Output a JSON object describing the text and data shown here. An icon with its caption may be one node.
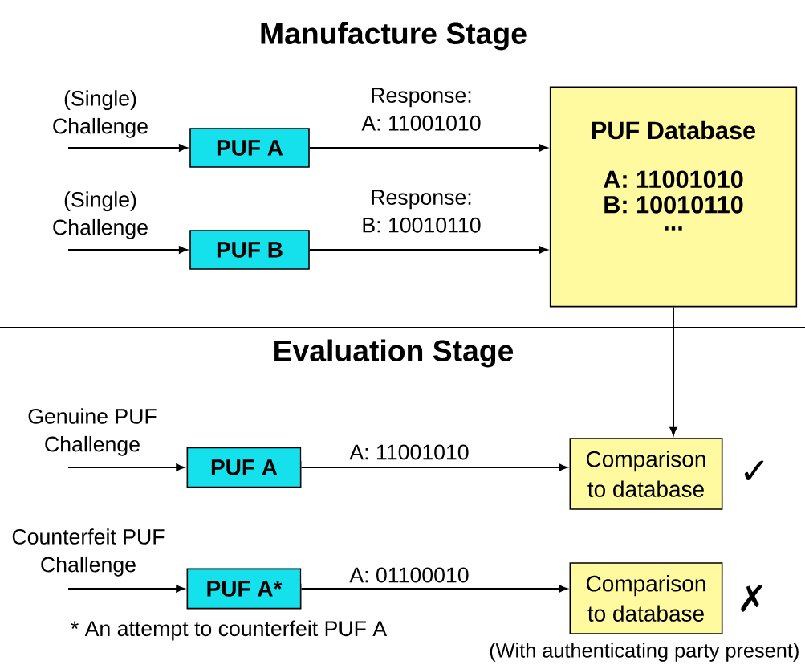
{
  "diagram": {
    "title": "Manufacture Stage",
    "nodes": [
      {
        "text": [
          "PUF A"
        ]
      },
      {
        "text": [
          "PUF B"
        ]
      },
      {
        "text": [
          "PUF Database",
          "A: 11001010",
          "B: 10010110",
          "..."
        ]
      },
      {
        "text": [
          "PUF A"
        ]
      },
      {
        "text": [
          "Comparison to database"
        ],
        "beside": [
          "✓"
        ]
      },
      {
        "text": [
          "PUF A*"
        ]
      },
      {
        "text": [
          "Comparison to database"
        ],
        "beside": [
          "✗"
        ]
      }
    ],
    "edges": [
      {
        "from": null,
        "to": 0,
        "arrow": "to",
        "label": "(Single) Challenge"
      },
      {
        "from": 0,
        "to": 2,
        "arrow": "to",
        "label": "Response: A: 11001010"
      },
      {
        "from": null,
        "to": 1,
        "arrow": "to",
        "label": "(Single) Challenge"
      },
      {
        "from": 1,
        "to": 2,
        "arrow": "to",
        "label": "Response: B: 10010110"
      },
      {
        "from": 2,
        "to": 4,
        "arrow": "to"
      },
      {
        "from": null,
        "to": 3,
        "arrow": "to",
        "label": "Genuine PUF Challenge"
      },
      {
        "from": 3,
        "to": 4,
        "arrow": "to",
        "label": "A: 11001010"
      },
      {
        "from": null,
        "to": 5,
        "arrow": "to",
        "label": "Counterfeit PUF Challenge"
      },
      {
        "from": 5,
        "to": 6,
        "arrow": "to",
        "label": "A: 01100010"
      }
    ],
    "labels": [
      "Evaluation Stage",
      "* An attempt to counterfeit PUF A",
      "(With authenticating party present)"
    ]
  }
}
